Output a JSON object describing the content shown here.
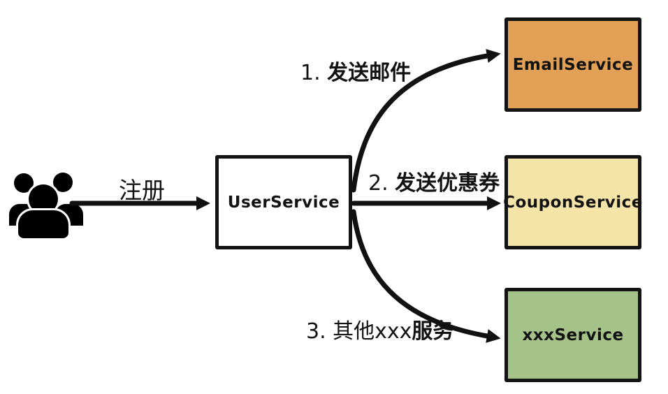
{
  "actor": {
    "icon": "users-group-icon"
  },
  "nodes": {
    "user": {
      "label": "UserService",
      "fill": "#ffffff"
    },
    "email": {
      "label": "EmailService",
      "fill": "#e1a055"
    },
    "coupon": {
      "label": "CouponService",
      "fill": "#f5e4a8"
    },
    "xxx": {
      "label": "xxxService",
      "fill": "#a5c289"
    }
  },
  "edges": [
    {
      "name": "register",
      "label": "注册",
      "from": "users",
      "to": "UserService"
    },
    {
      "name": "send-email",
      "prefix": "1. ",
      "label": "发送邮件",
      "from": "UserService",
      "to": "EmailService"
    },
    {
      "name": "send-coupon",
      "prefix": "2. ",
      "label": "发送优惠券",
      "from": "UserService",
      "to": "CouponService"
    },
    {
      "name": "other-service",
      "prefix": "3. 其他xxx",
      "label": "服务",
      "from": "UserService",
      "to": "xxxService"
    }
  ],
  "colors": {
    "arrow": "#111111",
    "node_border": "#131313",
    "background": "#ffffff"
  }
}
